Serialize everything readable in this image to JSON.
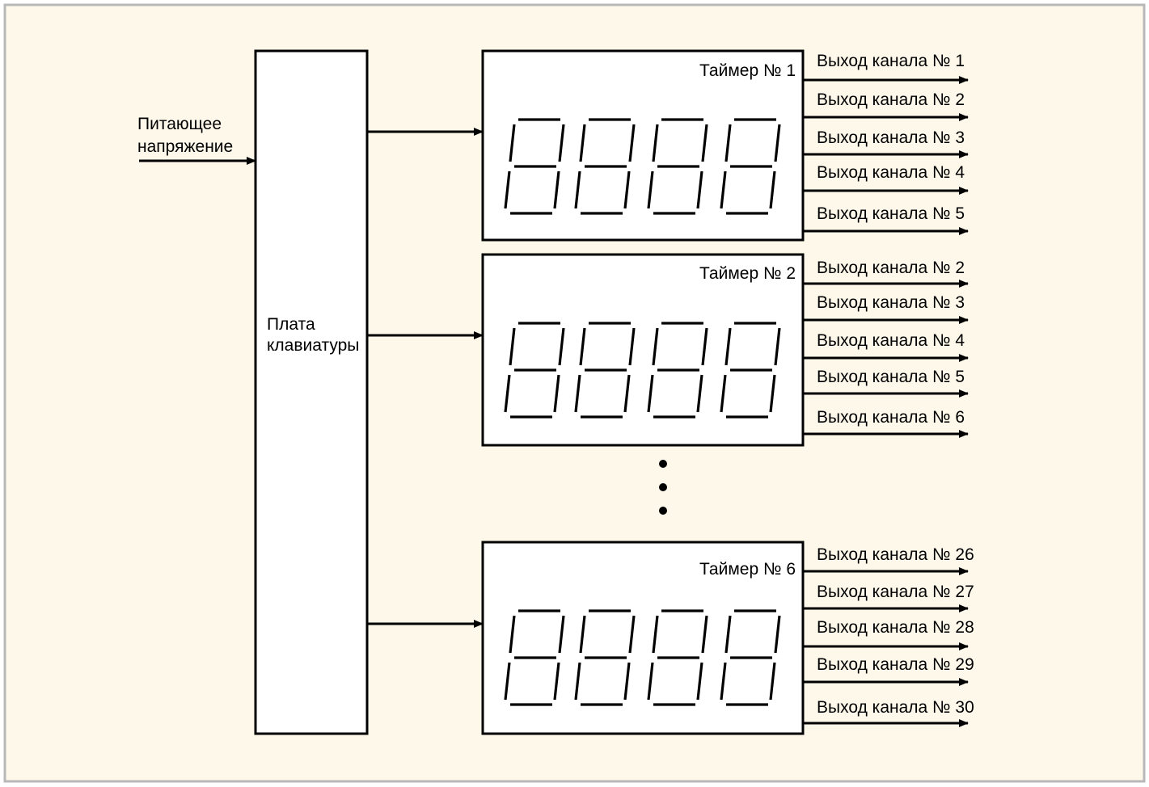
{
  "colors": {
    "background": "#fdf8ea",
    "frame": "#b8b8b8",
    "ink": "#000000",
    "block_fill": "#ffffff"
  },
  "input": {
    "line1": "Питающее",
    "line2": "напряжение"
  },
  "keyboard": {
    "line1": "Плата",
    "line2": "клавиатуры"
  },
  "ellipsis": "⋮",
  "timers": [
    {
      "title": "Таймер № 1",
      "outputs": [
        "Выход канала № 1",
        "Выход канала № 2",
        "Выход канала № 3",
        "Выход канала № 4",
        "Выход канала № 5"
      ]
    },
    {
      "title": "Таймер № 2",
      "outputs": [
        "Выход канала № 2",
        "Выход канала № 3",
        "Выход канала № 4",
        "Выход канала № 5",
        "Выход канала № 6"
      ]
    },
    {
      "title": "Таймер № 6",
      "outputs": [
        "Выход канала № 26",
        "Выход канала № 27",
        "Выход канала № 28",
        "Выход канала № 29",
        "Выход канала № 30"
      ]
    }
  ],
  "display_digits_per_timer": 4
}
